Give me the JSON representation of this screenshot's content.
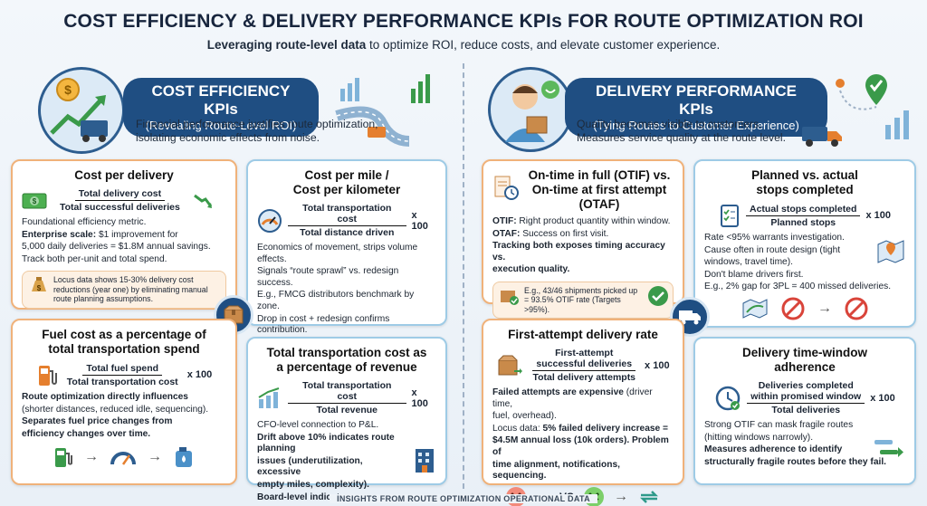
{
  "header": {
    "title": "COST EFFICIENCY & DELIVERY PERFORMANCE KPIs FOR ROUTE OPTIMIZATION ROI",
    "subtitle_bold": "Leveraging route-level data",
    "subtitle_rest": " to optimize ROI, reduce costs, and elevate customer experience."
  },
  "cost_section": {
    "title": "COST EFFICIENCY KPIs",
    "subtitle": "(Revealing Route-Level ROI)",
    "desc_1": "Financial performance justifies route optimization,",
    "desc_2": "isolating economic effects from noise."
  },
  "delivery_section": {
    "title": "DELIVERY PERFORMANCE KPIs",
    "subtitle": "(Tying Routes to Customer Experience)",
    "desc_1": "Quality becomes visible to customers.",
    "desc_2": "Measures service quality at the route level."
  },
  "cards": {
    "cpd": {
      "title": "Cost per delivery",
      "num": "Total delivery cost",
      "den": "Total successful deliveries",
      "l1": "Foundational efficiency metric.",
      "l2_bold": "Enterprise scale:",
      "l2_rest": " $1 improvement for",
      "l3": "5,000 daily deliveries = $1.8M annual savings.",
      "l4": "Track both per-unit and total spend.",
      "note": "Locus data shows 15-30% delivery cost reductions (year one) by eliminating manual route planning assumptions."
    },
    "cpm": {
      "title_1": "Cost per mile /",
      "title_2": "Cost per kilometer",
      "num": "Total transportation cost",
      "den": "Total distance driven",
      "mult": "x 100",
      "l1": "Economics of movement, strips volume effects.",
      "l2": "Signals “route sprawl” vs. redesign success.",
      "l3": "E.g., FMCG distributors benchmark by zone.",
      "l4": "Drop in cost + redesign confirms contribution."
    },
    "fuel": {
      "title_1": "Fuel cost as a percentage of",
      "title_2": "total transportation spend",
      "num": "Total fuel spend",
      "den": "Total transportation cost",
      "mult": "x 100",
      "l1": "Route optimization directly influences",
      "l2": "(shorter distances, reduced idle, sequencing).",
      "l3": "Separates fuel price changes from",
      "l4": "efficiency changes over time."
    },
    "rev": {
      "title_1": "Total transportation cost as",
      "title_2": "a percentage of revenue",
      "num": "Total transportation cost",
      "den": "Total revenue",
      "mult": "x 100",
      "l1": "CFO-level connection to P&L.",
      "l2": "Drift above 10% indicates route planning",
      "l3": "issues (underutilization, excessive",
      "l4": "empty miles, complexity).",
      "l5": "Board-level indicator."
    },
    "otif": {
      "title_1": "On-time in full (OTIF) vs.",
      "title_2": "On-time at first attempt",
      "title_3": "(OTAF)",
      "l1_bold": "OTIF:",
      "l1_rest": " Right product quantity within window.",
      "l2_bold": "OTAF:",
      "l2_rest": " Success on first visit.",
      "l3": "Tracking both exposes timing accuracy vs.",
      "l4": "execution quality.",
      "note": "E.g., 43/46 shipments picked up = 93.5% OTIF rate (Targets >95%)."
    },
    "stops": {
      "title_1": "Planned vs. actual",
      "title_2": "stops completed",
      "num": "Actual stops completed",
      "den": "Planned stops",
      "mult": "x 100",
      "l1": "Rate <95% warrants investigation.",
      "l2": "Cause often in route design (tight",
      "l3": "windows, travel time).",
      "l4": "Don't blame drivers first.",
      "l5": "E.g., 2% gap for 3PL = 400 missed deliveries."
    },
    "fad": {
      "title": "First-attempt delivery rate",
      "num_1": "First-attempt",
      "num_2": "successful deliveries",
      "den": "Total delivery attempts",
      "mult": "x 100",
      "l1_bold": "Failed attempts are expensive",
      "l1_rest": " (driver time,",
      "l2": "fuel, overhead).",
      "l3_rest": "Locus data: ",
      "l3_bold": "5% failed delivery increase =",
      "l4": "$4.5M annual loss (10k orders). Problem of",
      "l5": "time alignment, notifications, sequencing.",
      "vs": "VS"
    },
    "tw": {
      "title_1": "Delivery time-window",
      "title_2": "adherence",
      "num_1": "Deliveries completed",
      "num_2": "within promised window",
      "den": "Total deliveries",
      "mult": "x 100",
      "l1": "Strong OTIF can mask fragile routes",
      "l2": "(hitting windows narrowly).",
      "l3": "Measures adherence to identify",
      "l4": "structurally fragile routes before they fail."
    }
  },
  "footer": "INSIGHTS FROM ROUTE OPTIMIZATION OPERATIONAL DATA",
  "colors": {
    "navy": "#1f4e82",
    "orange_border": "#f0b27a",
    "blue_border": "#9ecbe6",
    "green": "#3a9a4a"
  },
  "icons": [
    "dollar-growth-icon",
    "delivery-person-icon",
    "truck-icon",
    "gauge-icon",
    "fuel-pump-icon",
    "chart-icon",
    "checklist-icon",
    "package-icon",
    "clock-icon",
    "map-pin-icon"
  ]
}
